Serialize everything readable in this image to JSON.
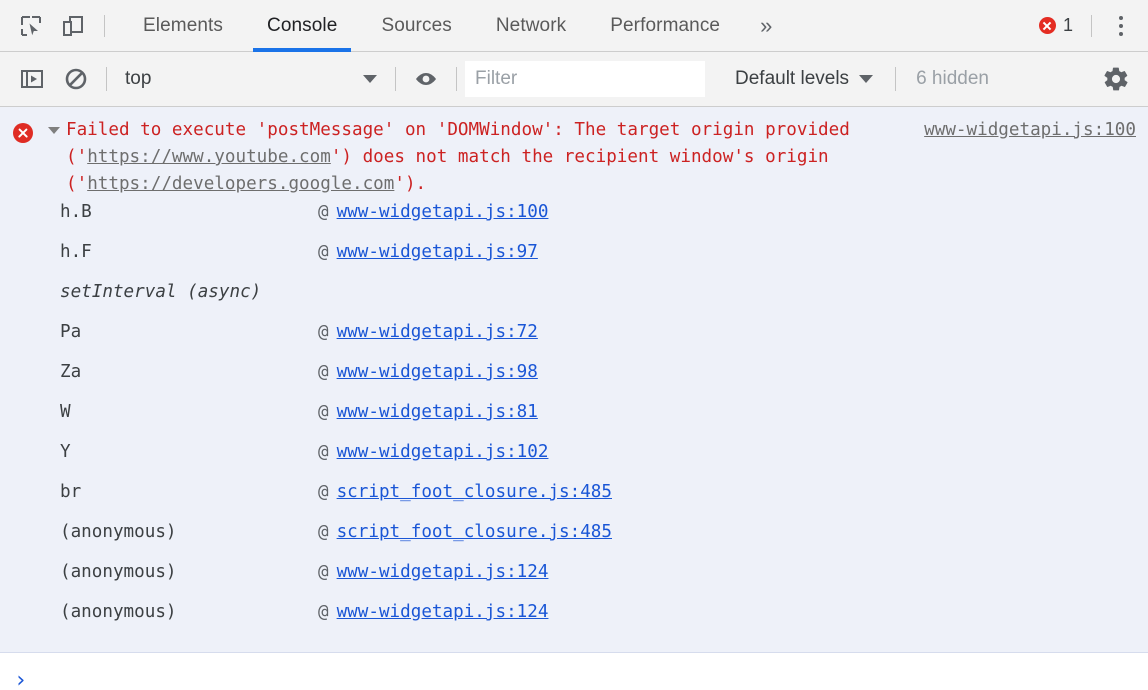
{
  "toolbar": {
    "inspect_icon": "inspect-cursor-icon",
    "device_icon": "device-toolbar-icon",
    "tabs": [
      {
        "label": "Elements",
        "active": false
      },
      {
        "label": "Console",
        "active": true
      },
      {
        "label": "Sources",
        "active": false
      },
      {
        "label": "Network",
        "active": false
      },
      {
        "label": "Performance",
        "active": false
      }
    ],
    "more_tabs_label": "»",
    "error_count": "1",
    "menu_icon": "kebab-menu-icon"
  },
  "filterbar": {
    "sidebar_toggle_icon": "console-sidebar-icon",
    "clear_icon": "clear-console-icon",
    "context": "top",
    "eye_icon": "live-expression-icon",
    "filter_placeholder": "Filter",
    "filter_value": "",
    "levels_label": "Default levels",
    "hidden_label": "6 hidden",
    "settings_icon": "gear-icon"
  },
  "console": {
    "message": {
      "icon": "error-icon",
      "expander": "collapse-triangle-icon",
      "text_part1": "Failed to execute 'postMessage' on 'DOMWindow': The target origin provided ('",
      "url1": "https://www.youtube.com",
      "text_part2": "') does not match the recipient window's origin ('",
      "url2": "https://developers.google.com",
      "text_part3": "').",
      "source_link": "www-widgetapi.js:100"
    },
    "stack": [
      {
        "name": "h.B",
        "at": "@",
        "link": "www-widgetapi.js:100",
        "async": false
      },
      {
        "name": "h.F",
        "at": "@",
        "link": "www-widgetapi.js:97",
        "async": false
      },
      {
        "name": "setInterval (async)",
        "at": "",
        "link": "",
        "async": true
      },
      {
        "name": "Pa",
        "at": "@",
        "link": "www-widgetapi.js:72",
        "async": false
      },
      {
        "name": "Za",
        "at": "@",
        "link": "www-widgetapi.js:98",
        "async": false
      },
      {
        "name": "W",
        "at": "@",
        "link": "www-widgetapi.js:81",
        "async": false
      },
      {
        "name": "Y",
        "at": "@",
        "link": "www-widgetapi.js:102",
        "async": false
      },
      {
        "name": "br",
        "at": "@",
        "link": "script_foot_closure.js:485",
        "async": false
      },
      {
        "name": "(anonymous)",
        "at": "@",
        "link": "script_foot_closure.js:485",
        "async": false
      },
      {
        "name": "(anonymous)",
        "at": "@",
        "link": "www-widgetapi.js:124",
        "async": false
      },
      {
        "name": "(anonymous)",
        "at": "@",
        "link": "www-widgetapi.js:124",
        "async": false
      }
    ],
    "prompt_chevron": "›"
  },
  "colors": {
    "accent": "#1a73e8",
    "error": "#df2c24",
    "error_text": "#cc2222",
    "link": "#1a56d6",
    "message_bg": "#eef1f9",
    "toolbar_bg": "#f3f3f3"
  }
}
